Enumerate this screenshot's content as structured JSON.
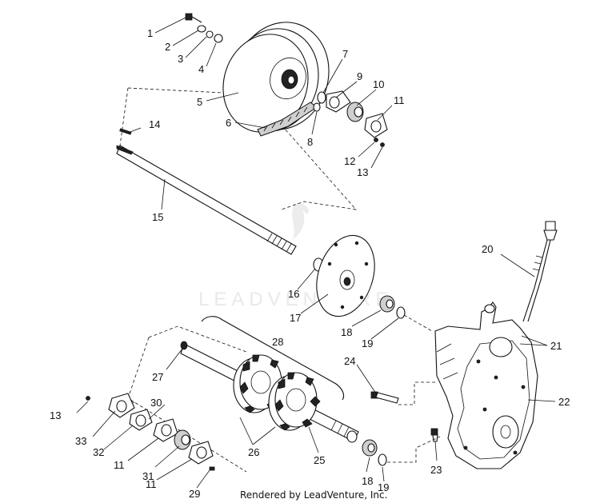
{
  "watermark": "LEADVENTURE",
  "credit": "Rendered by LeadVenture, Inc.",
  "callouts": {
    "c1": "1",
    "c2": "2",
    "c3": "3",
    "c4": "4",
    "c5": "5",
    "c6": "6",
    "c7": "7",
    "c8": "8",
    "c9": "9",
    "c10": "10",
    "c11a": "11",
    "c12": "12",
    "c13a": "13",
    "c14": "14",
    "c15": "15",
    "c16": "16",
    "c17": "17",
    "c18a": "18",
    "c19a": "19",
    "c20": "20",
    "c21": "21",
    "c22": "22",
    "c23": "23",
    "c24": "24",
    "c25": "25",
    "c26": "26",
    "c27": "27",
    "c28": "28",
    "c29": "29",
    "c30": "30",
    "c31": "31",
    "c32": "32",
    "c33": "33",
    "c13b": "13",
    "c11b": "11",
    "c11c": "11",
    "c18b": "18",
    "c19b": "19"
  }
}
